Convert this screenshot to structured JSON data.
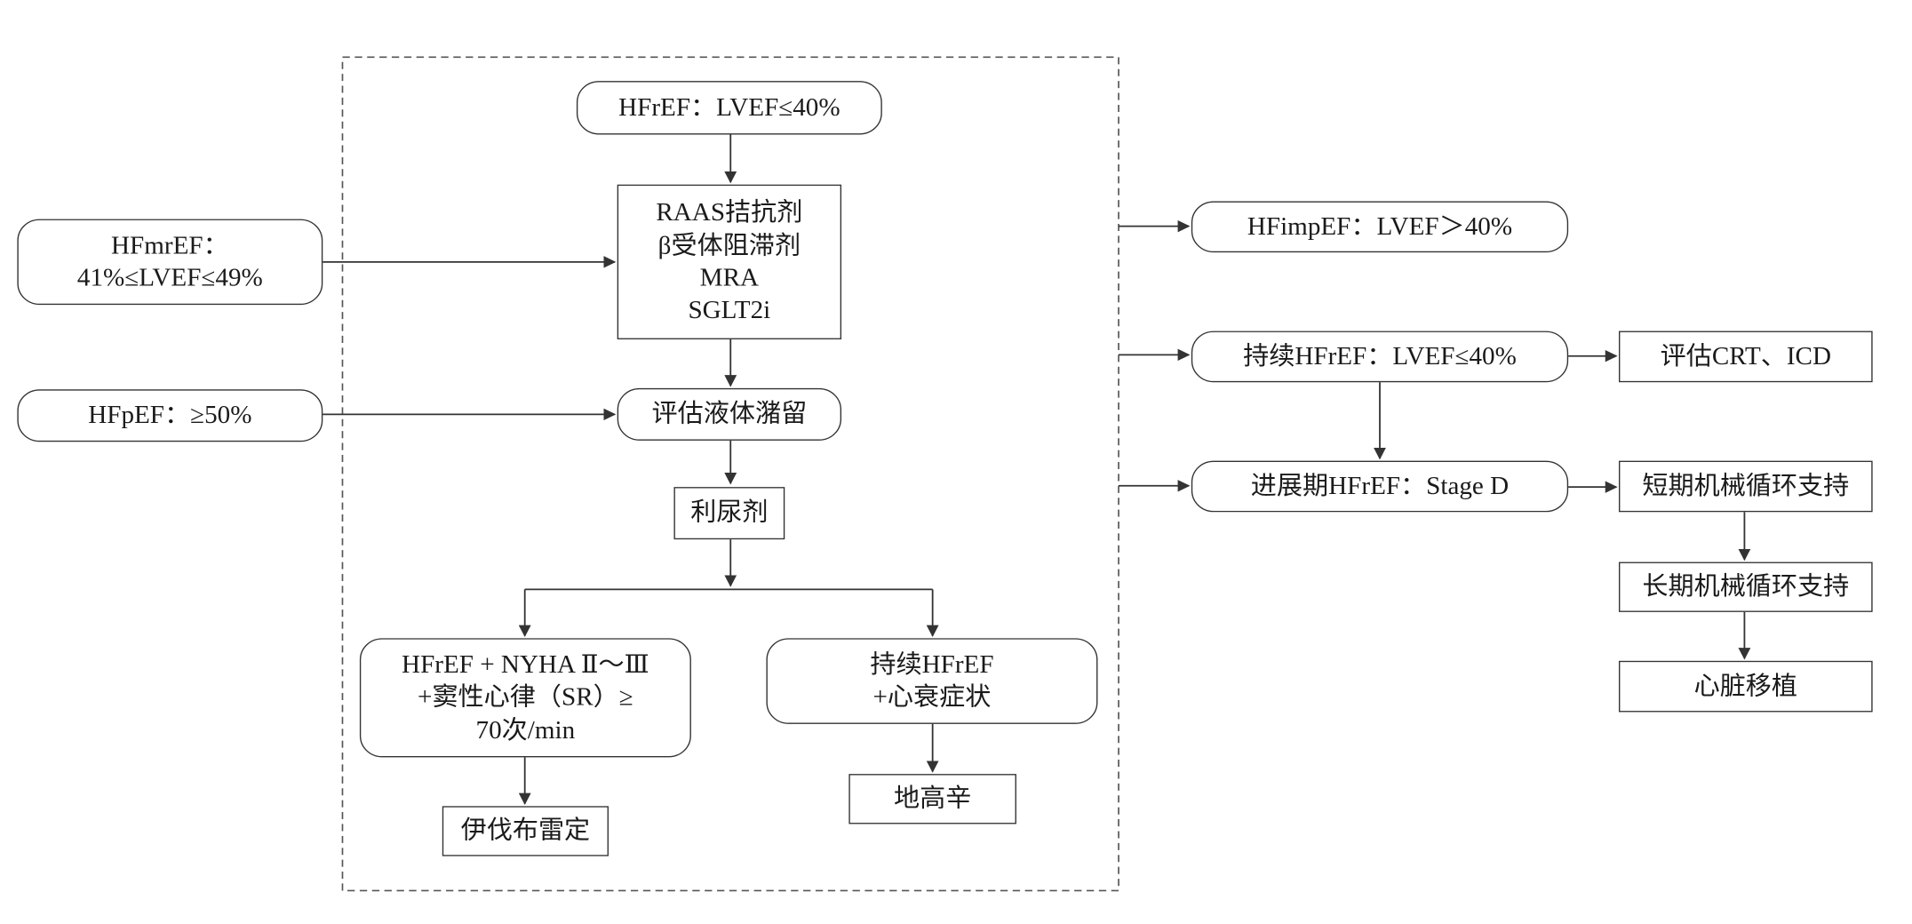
{
  "colors": {
    "stroke": "#333333",
    "background": "#ffffff"
  },
  "nodes": {
    "hfref": "HFrEF：LVEF≤40%",
    "therapy": [
      "RAAS拮抗剂",
      "β受体阻滞剂",
      "MRA",
      "SGLT2i"
    ],
    "hfmref": [
      "HFmrEF：",
      "41%≤LVEF≤49%"
    ],
    "hfpef": "HFpEF：≥50%",
    "assess_fluid": "评估液体潴留",
    "diuretic": "利尿剂",
    "sinus": [
      "HFrEF + NYHA Ⅱ～Ⅲ",
      "+窦性心律（SR）≥",
      "70次/min"
    ],
    "ivabradine": "伊伐布雷定",
    "persist_symptoms": [
      "持续HFrEF",
      "+心衰症状"
    ],
    "digoxin": "地高辛",
    "hfimpef": "HFimpEF：LVEF＞40%",
    "persist_hfref": "持续HFrEF：LVEF≤40%",
    "assess_crt_icd": "评估CRT、ICD",
    "advanced": "进展期HFrEF：Stage D",
    "short_mcs": "短期机械循环支持",
    "long_mcs": "长期机械循环支持",
    "transplant": "心脏移植"
  }
}
